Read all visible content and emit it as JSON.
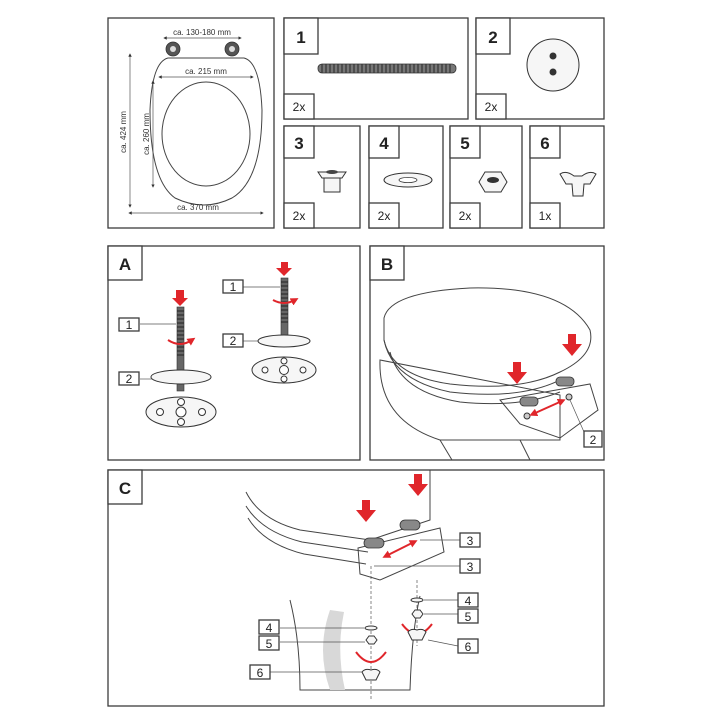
{
  "parts": [
    {
      "number": "1",
      "quantity": "2x"
    },
    {
      "number": "2",
      "quantity": "2x"
    },
    {
      "number": "3",
      "quantity": "2x"
    },
    {
      "number": "4",
      "quantity": "2x"
    },
    {
      "number": "5",
      "quantity": "2x"
    },
    {
      "number": "6",
      "quantity": "1x"
    }
  ],
  "dimensions": {
    "hinge_spacing": "ca. 130-180 mm",
    "inner_width": "ca. 215 mm",
    "total_length": "ca. 424 mm",
    "inner_length": "ca. 260 mm",
    "total_width": "ca. 370 mm"
  },
  "steps": {
    "a": {
      "tab": "A",
      "callouts": [
        "1",
        "2",
        "1",
        "2"
      ]
    },
    "b": {
      "tab": "B",
      "callouts": [
        "2"
      ]
    },
    "c": {
      "tab": "C",
      "callouts": [
        "3",
        "3",
        "4",
        "5",
        "6",
        "4",
        "5",
        "6"
      ]
    }
  },
  "colors": {
    "arrow": "#e0262b",
    "line": "#3c3c3c"
  }
}
